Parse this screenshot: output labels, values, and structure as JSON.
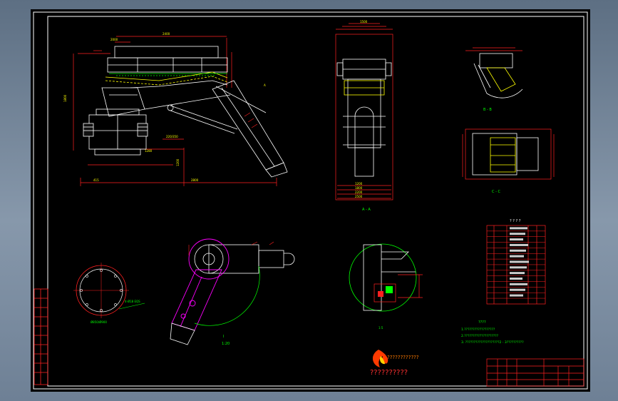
{
  "section_labels": {
    "a": "A - A",
    "b": "B - B",
    "c": "C - C",
    "d": "I",
    "e": "1:20"
  },
  "part_list_title": "? ? ? ?",
  "tech_req_title": "????",
  "tech_req_items": [
    "1.??????????????????",
    "2.????????????????????",
    "3.  ????????????????????2 - 3??????????"
  ],
  "logo_caption": "??????????",
  "logo_banner": "????????????",
  "colors": {
    "background": "#000000",
    "frame": "#ffffff",
    "red": "#ff2020",
    "yellow": "#ffff00",
    "green": "#00ff00",
    "magenta": "#ff00ff",
    "white": "#ffffff"
  }
}
